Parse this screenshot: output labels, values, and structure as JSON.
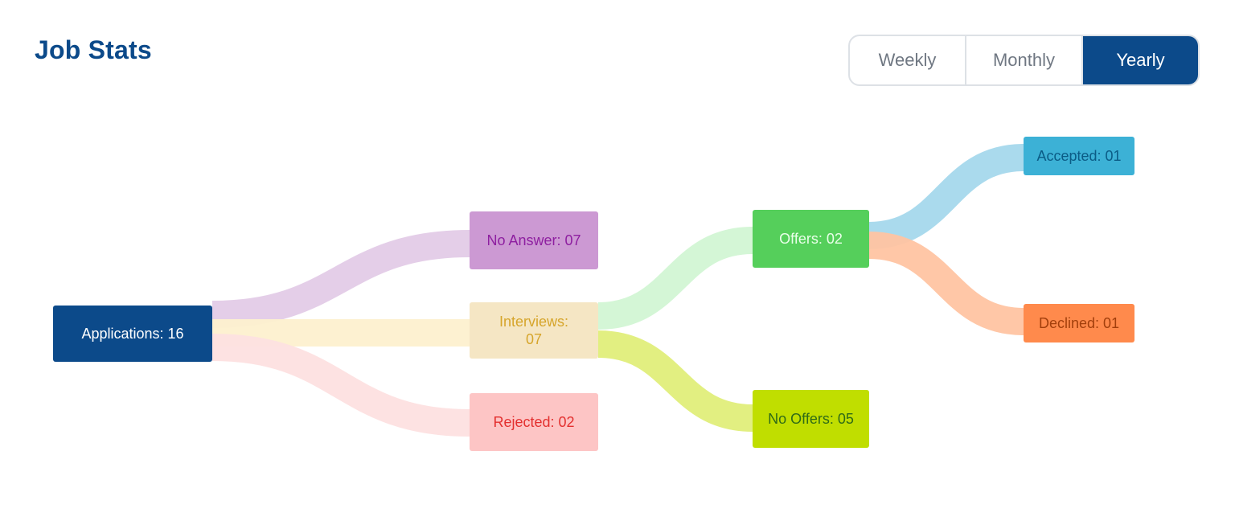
{
  "header": {
    "title": "Job Stats"
  },
  "period_toggle": {
    "options": [
      {
        "label": "Weekly",
        "active": false
      },
      {
        "label": "Monthly",
        "active": false
      },
      {
        "label": "Yearly",
        "active": true
      }
    ]
  },
  "colors": {
    "brand": "#0c4a8a"
  },
  "chart_data": {
    "type": "sankey",
    "nodes": [
      {
        "id": "applications",
        "label_lines": [
          "Applications: 16"
        ],
        "value": 16,
        "fill": "#0c4a8a",
        "text": "#ffffff"
      },
      {
        "id": "no_answer",
        "label_lines": [
          "No Answer: 07"
        ],
        "value": 7,
        "fill": "#cc99d3",
        "text": "#8e1fa0"
      },
      {
        "id": "interviews",
        "label_lines": [
          "Interviews:",
          "07"
        ],
        "value": 7,
        "fill": "#f5e6c4",
        "text": "#d6a52b"
      },
      {
        "id": "rejected",
        "label_lines": [
          "Rejected: 02"
        ],
        "value": 2,
        "fill": "#fdc5c5",
        "text": "#e3302f"
      },
      {
        "id": "offers",
        "label_lines": [
          "Offers: 02"
        ],
        "value": 2,
        "fill": "#55cf5b",
        "text": "#e9ffe9"
      },
      {
        "id": "no_offers",
        "label_lines": [
          "No Offers: 05"
        ],
        "value": 5,
        "fill": "#c0de00",
        "text": "#2f6b17"
      },
      {
        "id": "accepted",
        "label_lines": [
          "Accepted: 01"
        ],
        "value": 1,
        "fill": "#3cb1d6",
        "text": "#0b5c86"
      },
      {
        "id": "declined",
        "label_lines": [
          "Declined: 01"
        ],
        "value": 1,
        "fill": "#ff8a4c",
        "text": "#a23f0c"
      }
    ],
    "links": [
      {
        "source": "applications",
        "target": "no_answer",
        "value": 7,
        "color": "#e3cbe7"
      },
      {
        "source": "applications",
        "target": "interviews",
        "value": 7,
        "color": "#fdf0cf"
      },
      {
        "source": "applications",
        "target": "rejected",
        "value": 2,
        "color": "#fde0e0"
      },
      {
        "source": "interviews",
        "target": "offers",
        "value": 2,
        "color": "#d2f6d4"
      },
      {
        "source": "interviews",
        "target": "no_offers",
        "value": 5,
        "color": "#e0ee7a"
      },
      {
        "source": "offers",
        "target": "accepted",
        "value": 1,
        "color": "#a5d8ec"
      },
      {
        "source": "offers",
        "target": "declined",
        "value": 1,
        "color": "#ffc4a2"
      }
    ]
  }
}
